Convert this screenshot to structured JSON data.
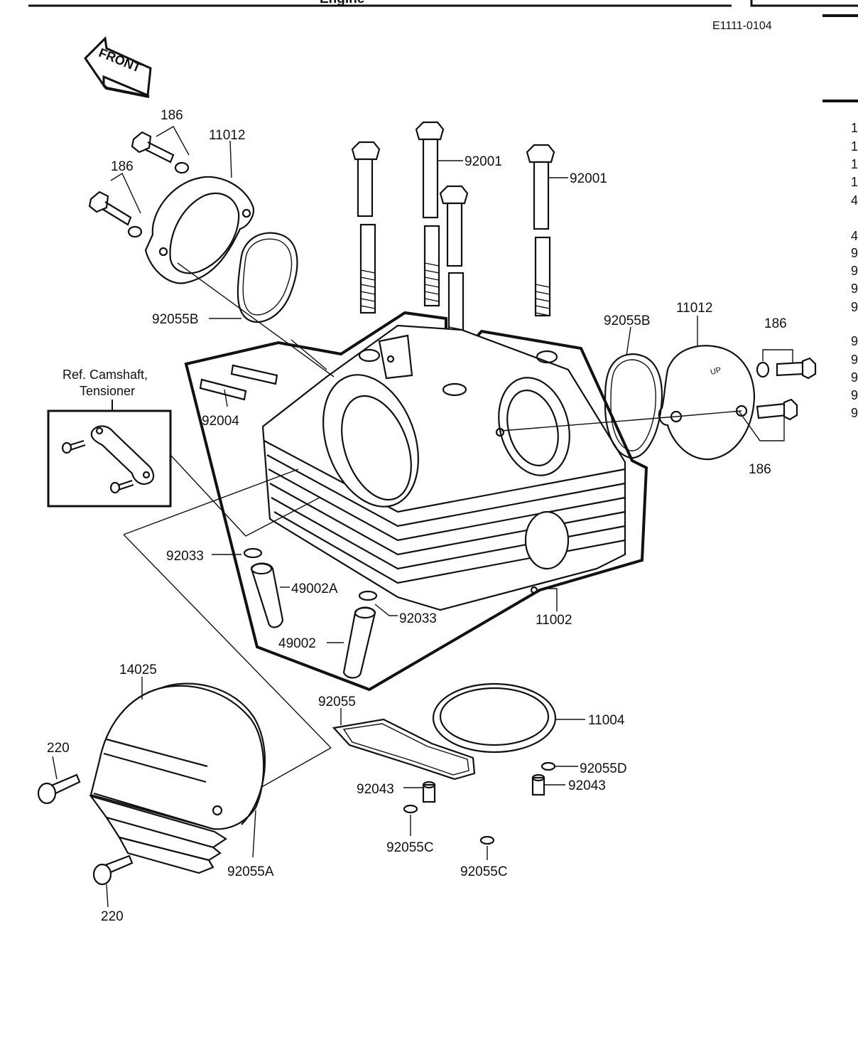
{
  "header": {
    "title_fragment": "Engine",
    "code": "E1111-0104"
  },
  "front_arrow": "FRONT",
  "ref_box": {
    "line1": "Ref. Camshaft,",
    "line2": "Tensioner"
  },
  "labels": {
    "l186a": "186",
    "l186b": "186",
    "l186c": "186",
    "l186d": "186",
    "l11012a": "11012",
    "l11012b": "11012",
    "l92001a": "92001",
    "l92001b": "92001",
    "l92055Ba": "92055B",
    "l92055Bb": "92055B",
    "l92004": "92004",
    "l92033a": "92033",
    "l92033b": "92033",
    "l49002A": "49002A",
    "l49002": "49002",
    "l11002": "11002",
    "l14025": "14025",
    "l220a": "220",
    "l220b": "220",
    "l92055A": "92055A",
    "l92055": "92055",
    "l11004": "11004",
    "l92055D": "92055D",
    "l92043a": "92043",
    "l92043b": "92043",
    "l92055Ca": "92055C",
    "l92055Cb": "92055C"
  },
  "side_index": [
    "1",
    "1",
    "1",
    "1",
    "4",
    "4",
    "9",
    "9",
    "9",
    "9",
    "9",
    "9",
    "9",
    "9",
    "9"
  ],
  "cover_mark": "UP"
}
